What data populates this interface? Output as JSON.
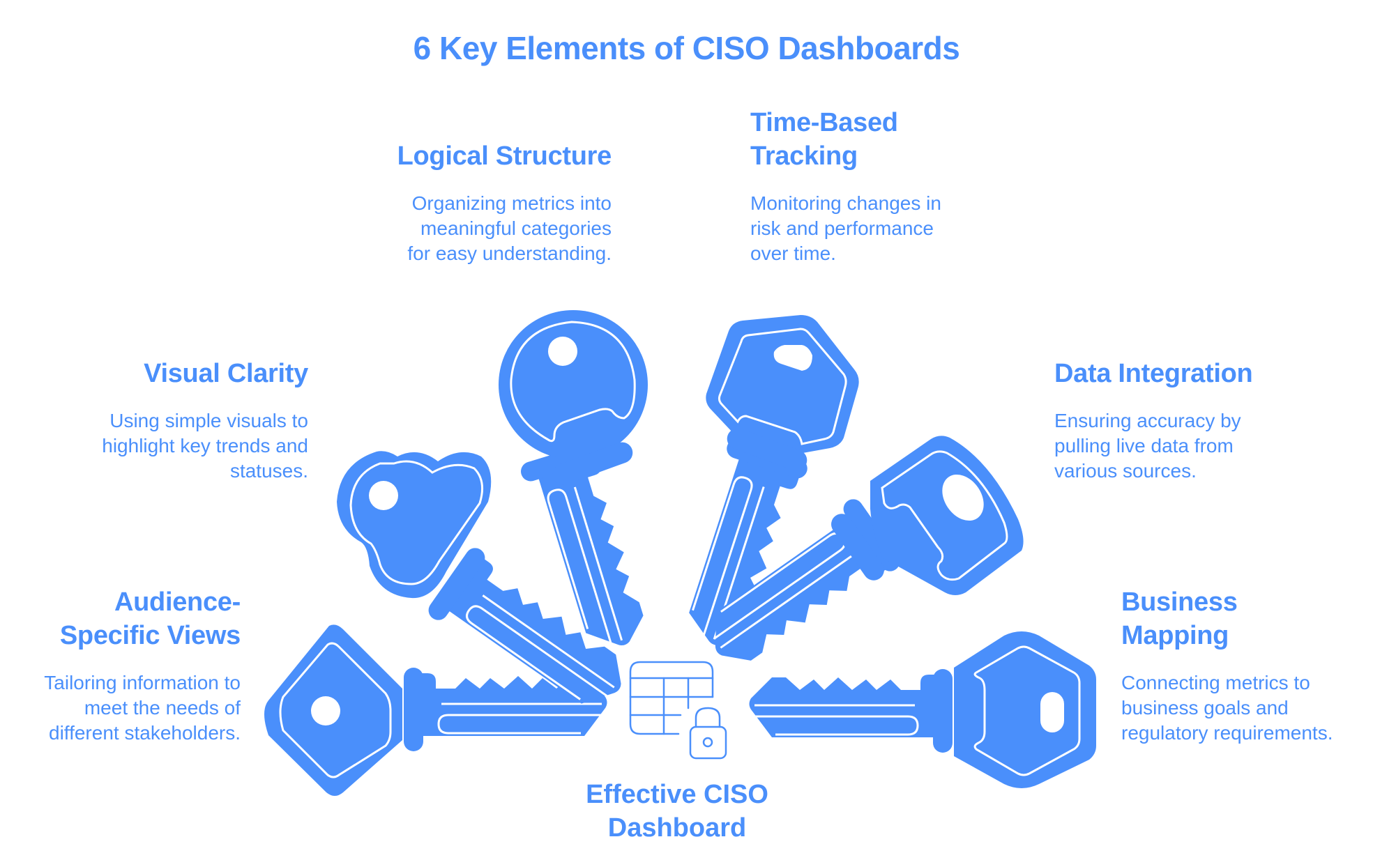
{
  "title": "6 Key Elements of CISO Dashboards",
  "colors": {
    "accent": "#4a8ffb",
    "background": "#ffffff",
    "key_outline": "#ffffff"
  },
  "center": {
    "label": "Effective CISO Dashboard",
    "label_lines": [
      "Effective CISO",
      "Dashboard"
    ],
    "icon": "table-lock-icon"
  },
  "elements": [
    {
      "id": "logical-structure",
      "heading_lines": [
        "Logical Structure"
      ],
      "description_lines": [
        "Organizing metrics into",
        "meaningful categories",
        "for easy understanding."
      ],
      "icon": "round-key-icon"
    },
    {
      "id": "time-based-tracking",
      "heading_lines": [
        "Time-Based",
        "Tracking"
      ],
      "description_lines": [
        "Monitoring changes in",
        "risk and performance",
        "over time."
      ],
      "icon": "hexagon-key-icon"
    },
    {
      "id": "visual-clarity",
      "heading_lines": [
        "Visual Clarity"
      ],
      "description_lines": [
        "Using simple visuals to",
        "highlight key trends and",
        "statuses."
      ],
      "icon": "trefoil-key-icon"
    },
    {
      "id": "data-integration",
      "heading_lines": [
        "Data Integration"
      ],
      "description_lines": [
        "Ensuring accuracy by",
        "pulling live data from",
        "various sources."
      ],
      "icon": "square-key-icon"
    },
    {
      "id": "audience-specific-views",
      "heading_lines": [
        "Audience-",
        "Specific Views"
      ],
      "description_lines": [
        "Tailoring information to",
        "meet the needs of",
        "different stakeholders."
      ],
      "icon": "diamond-key-icon"
    },
    {
      "id": "business-mapping",
      "heading_lines": [
        "Business",
        "Mapping"
      ],
      "description_lines": [
        "Connecting metrics to",
        "business goals and",
        "regulatory requirements."
      ],
      "icon": "hex-key-icon"
    }
  ]
}
